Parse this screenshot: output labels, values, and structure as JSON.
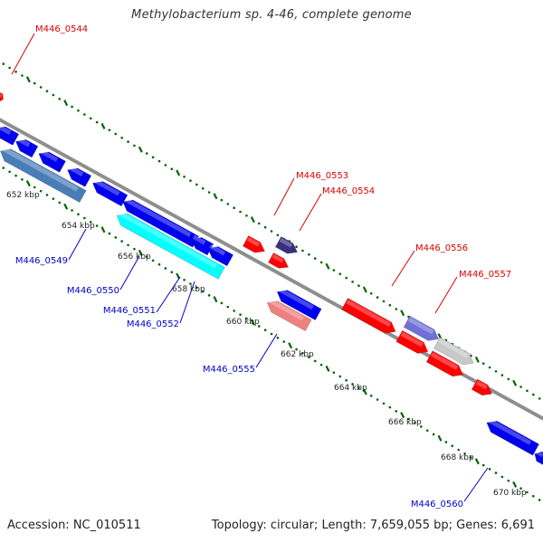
{
  "title": "Methylobacterium sp. 4-46, complete genome",
  "footer": {
    "accession": "Accession: NC_010511",
    "summary": "Topology: circular; Length: 7,659,055 bp; Genes: 6,691"
  },
  "colors": {
    "backbone": "#8e8e8e",
    "forward_gene": "#ff0000",
    "reverse_gene": "#0000ee",
    "label_forward": "#dd0000",
    "label_reverse": "#0000cc",
    "tick": "#006400"
  },
  "ticks": [
    "652 kbp",
    "654 kbp",
    "656 kbp",
    "658 kbp",
    "660 kbp",
    "662 kbp",
    "664 kbp",
    "666 kbp",
    "668 kbp",
    "670 kbp"
  ],
  "genes_forward": [
    "M446_0544",
    "M446_0553",
    "M446_0554",
    "M446_0556",
    "M446_0557"
  ],
  "genes_reverse": [
    "M446_0549",
    "M446_0550",
    "M446_0551",
    "M446_0552",
    "M446_0555",
    "M446_0560"
  ]
}
